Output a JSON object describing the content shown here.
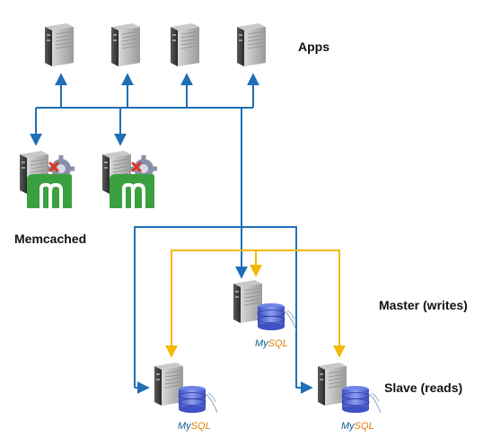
{
  "labels": {
    "apps": "Apps",
    "memcached": "Memcached",
    "master": "Master (writes)",
    "slave": "Slave (reads)"
  },
  "db_logo_text": {
    "my": "My",
    "sql": "SQL"
  },
  "colors": {
    "blue_link": "#1f6fb5",
    "yellow_link": "#f5b800",
    "server_dark": "#3a3a3a",
    "server_light": "#b5b5b5",
    "gear": "#8a8fa8",
    "memcached_green": "#3aa040",
    "mysql_blue": "#0a5d8a",
    "mysql_orange": "#e07b00",
    "db_cylinder": "#5b6fd6"
  }
}
